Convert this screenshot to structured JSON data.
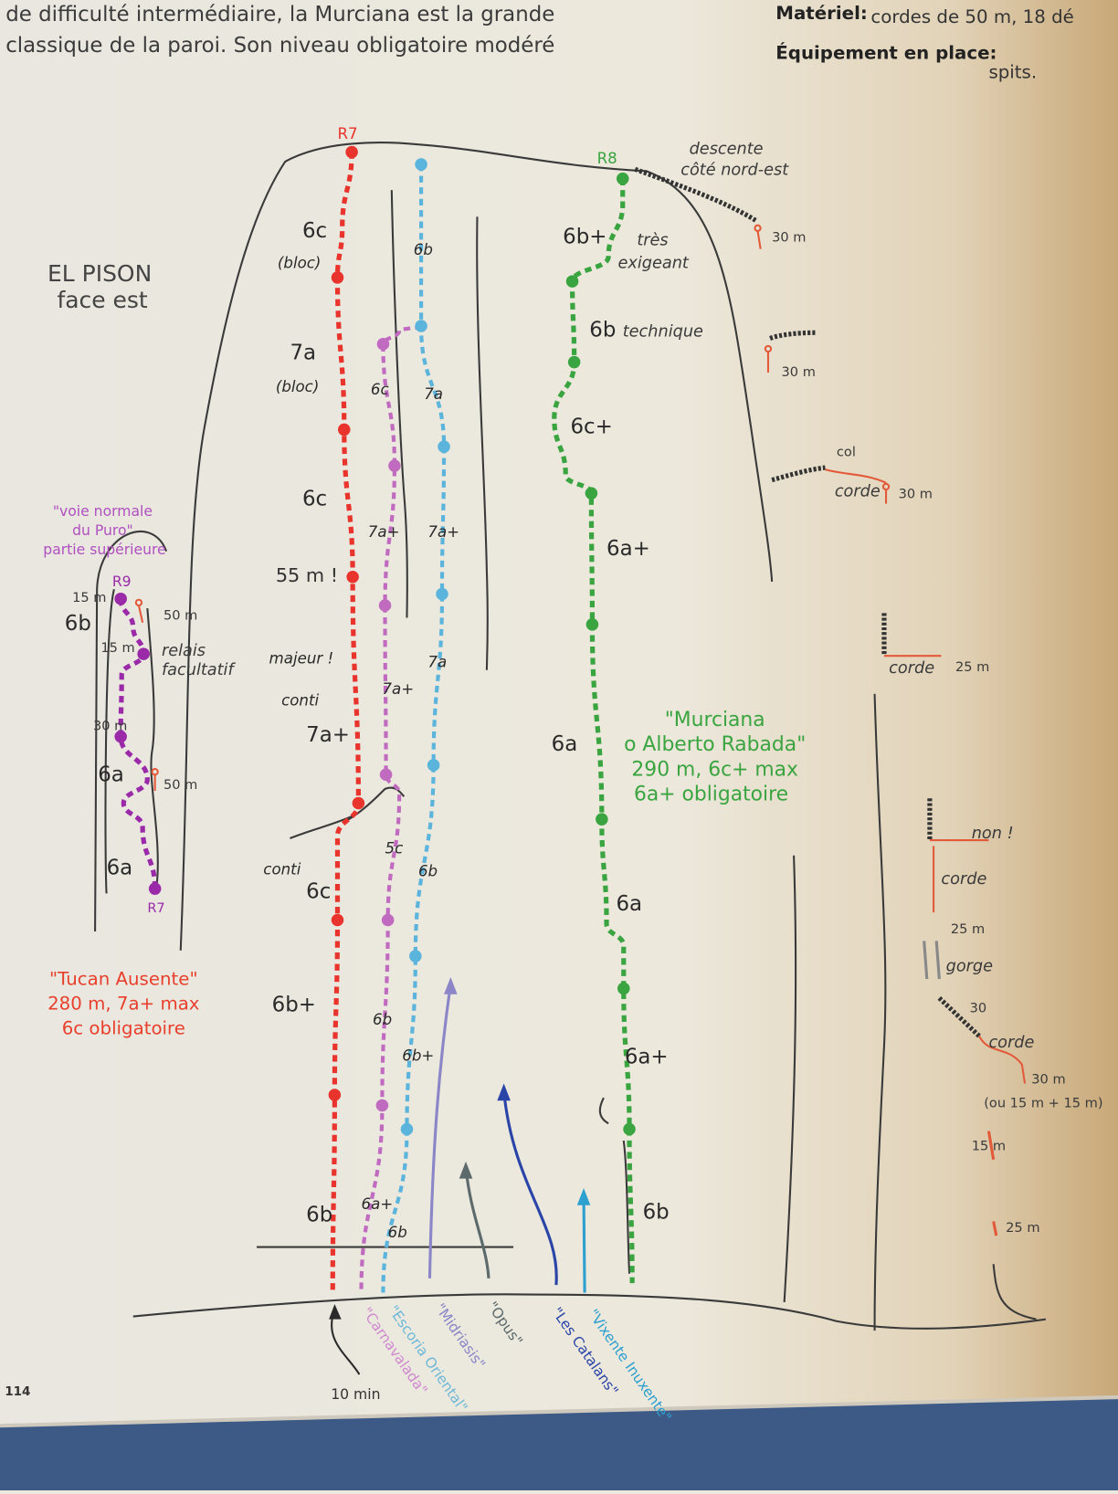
{
  "header": {
    "text_line1": "de difficulté intermédiaire, la Murciana est la grande",
    "text_line2": "classique de la paroi. Son niveau obligatoire modéré",
    "materiel_label": "Matériel:",
    "materiel_value": "cordes de 50 m, 18 dé",
    "equipement_label": "Équipement en place:",
    "equipement_value": "spits."
  },
  "topo": {
    "title_line1": "EL PISON",
    "title_line2": "face est",
    "colors": {
      "red": "#e8342c",
      "magenta": "#c06ac0",
      "blue": "#5ab4dc",
      "green": "#3aa540",
      "purple": "#9a2aa8",
      "midriasis": "#8a86c8",
      "opus": "#5c6a6c",
      "catalans": "#2a44a8",
      "vixente": "#2ea0d0"
    },
    "belays": {
      "r7_top": "R7",
      "r8": "R8",
      "r9": "R9",
      "r7_left": "R7"
    },
    "tucan": {
      "name": "\"Tucan Ausente\"",
      "info1": "280 m, 7a+ max",
      "info2": "6c obligatoire",
      "grades": [
        "6c",
        "(bloc)",
        "7a",
        "(bloc)",
        "6c",
        "55 m !",
        "majeur !",
        "conti",
        "7a+",
        "conti",
        "6c",
        "6b+",
        "6b"
      ]
    },
    "carnavalada": {
      "grades": [
        "6c",
        "7a+",
        "7a+",
        "5c",
        "6b",
        "6a+"
      ]
    },
    "escoria": {
      "grades": [
        "6b",
        "7a",
        "7a+",
        "7a",
        "6b",
        "6b+",
        "6b"
      ]
    },
    "murciana": {
      "name": "\"Murciana",
      "name2": "o Alberto Rabada\"",
      "info1": "290 m, 6c+ max",
      "info2": "6a+ obligatoire",
      "grades": [
        "6b+",
        "très",
        "exigeant",
        "6b",
        "technique",
        "6c+",
        "6a+",
        "6a",
        "6a",
        "6a+",
        "6b"
      ]
    },
    "voie_normale": {
      "name1": "\"voie normale",
      "name2": "du Puro\"",
      "name3": "partie supérieure",
      "labels": [
        "15 m",
        "6b",
        "50 m",
        "15 m",
        "relais",
        "facultatif",
        "30 m",
        "6a",
        "50 m",
        "6a"
      ]
    },
    "descent": {
      "title1": "descente",
      "title2": "côté nord-est",
      "rappel1": "30 m",
      "rappel2": "30 m",
      "col": "col",
      "corde1": "corde",
      "rappel3": "30 m",
      "corde2": "corde",
      "rappel4": "25 m",
      "non": "non !",
      "corde3": "corde",
      "rappel5": "25 m",
      "gorge": "gorge",
      "r30": "30",
      "corde4": "corde",
      "r30b": "30 m",
      "ou": "(ou 15 m + 15 m)",
      "r15": "15 m",
      "r25": "25 m"
    },
    "starts": [
      "\"Carnavalada\"",
      "\"Escoria Oriental\"",
      "\"Midriasis\"",
      "\"Opus\"",
      "\"Les Catalans\"",
      "\"Vixente Inuxente\""
    ],
    "approach": "10 min",
    "page_number": "114"
  }
}
